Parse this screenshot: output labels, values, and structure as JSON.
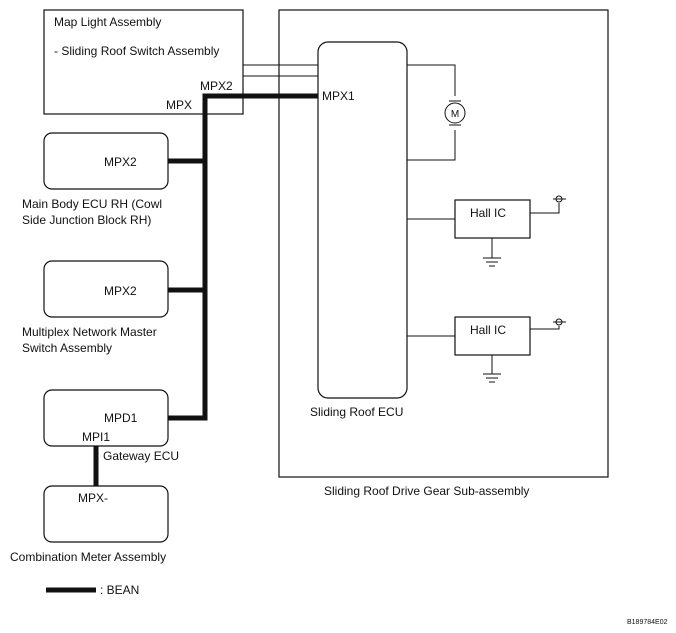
{
  "map_light": {
    "title": "Map Light Assembly",
    "subtitle": "- Sliding Roof Switch Assembly",
    "port_mpx2": "MPX2",
    "port_mpx": "MPX"
  },
  "main_body_ecu": {
    "port": "MPX2",
    "caption_line1": "Main Body ECU RH (Cowl",
    "caption_line2": "Side Junction Block RH)"
  },
  "multiplex_switch": {
    "port": "MPX2",
    "caption_line1": "Multiplex Network Master",
    "caption_line2": "Switch Assembly"
  },
  "gateway_ecu": {
    "port_mpd1": "MPD1",
    "port_mpi1": "MPI1",
    "caption": "Gateway ECU"
  },
  "combination_meter": {
    "port": "MPX-",
    "caption": "Combination Meter Assembly"
  },
  "drive_gear": {
    "caption": "Sliding Roof Drive Gear Sub-assembly",
    "ecu_port": "MPX1",
    "ecu_caption": "Sliding Roof ECU",
    "motor_symbol": "M",
    "hall_ic_1": "Hall IC",
    "hall_ic_2": "Hall IC"
  },
  "legend": {
    "label": ": BEAN"
  },
  "figure_code": "B189784E02"
}
